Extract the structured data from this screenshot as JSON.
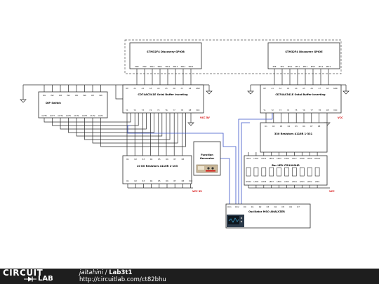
{
  "schematic": {
    "gpio_left": "STM32F4 Discovery GPIOB",
    "gpio_right": "STM32F4 Discovery GPIOE",
    "dip_switch": "DIP Switch",
    "buffer_left": "CD74AC541E Octal Buffer Inverting",
    "buffer_right": "CD74AC541E Octal Buffer Inverting",
    "resistors_left": "10 K0 Resistors 4116R 1-103",
    "resistors_right": "330 Resistors 4116R 1-331",
    "led_bar": "Bar LED LTA1000HR",
    "function_generator": "Function Generator",
    "oscillator": "Oscillator MSO ANALYZER",
    "vcc_labels": [
      "VCC 5V",
      "VCC 3V",
      "VCC",
      "VCC"
    ],
    "gpio_left_pins": [
      "PB8",
      "PB9",
      "PB10",
      "PB11",
      "PB12",
      "PB13",
      "PB14",
      "PB15"
    ],
    "gpio_right_pins": [
      "PE8",
      "PE9",
      "PE10",
      "PE11",
      "PE12",
      "PE13",
      "PE14",
      "PE15"
    ],
    "buffer_top_pins": [
      "OE",
      "A1",
      "A2",
      "A3",
      "A4",
      "A5",
      "A6",
      "A7",
      "A8",
      "GND"
    ],
    "buffer_bottom_pins": [
      "Y1",
      "Y2",
      "Y3",
      "Y4",
      "Y5",
      "Y6",
      "Y7",
      "Y8",
      "OE",
      "VCC"
    ],
    "dip_top_pins": [
      "IN1",
      "IN2",
      "IN3",
      "IN4",
      "IN5",
      "IN6",
      "IN7",
      "IN8"
    ],
    "dip_bottom_pins": [
      "OUT8",
      "OUT7",
      "OUT6",
      "OUT5",
      "OUT4",
      "OUT3",
      "OUT2",
      "OUT1"
    ],
    "res_top_pins": [
      "R1",
      "R2",
      "R3",
      "R4",
      "R5",
      "R6",
      "R7",
      "R8"
    ],
    "res_bottom_pins": [
      "R1",
      "R2",
      "R3",
      "R4",
      "R5",
      "R6",
      "R7",
      "R8",
      "VCC"
    ],
    "led_top_pins": [
      "LED1",
      "LED2",
      "LED3",
      "LED4",
      "LED5",
      "LED6",
      "LED7",
      "LED8",
      "LED9",
      "LED10"
    ],
    "led_bottom_pins": [
      "LED10",
      "LED9",
      "LED8",
      "LED7",
      "LED6",
      "LED5",
      "LED4",
      "LED3",
      "LED2",
      "LED1"
    ],
    "osc_pins": [
      "DC1",
      "DC2",
      "D0",
      "D1",
      "D2",
      "D3",
      "D4",
      "D5",
      "D6",
      "D7"
    ],
    "colors": {
      "wire": "#2b2b2b",
      "probe_wire": "#3a52c9",
      "vcc": "#d40000",
      "dashed_border": "#555555"
    }
  },
  "footer": {
    "logo_word1": "CIRCUIT",
    "logo_word2": "LAB",
    "user": "jaltahini",
    "separator": " / ",
    "project": "Lab3t1",
    "url": "http://circuitlab.com/ct82bhu"
  }
}
